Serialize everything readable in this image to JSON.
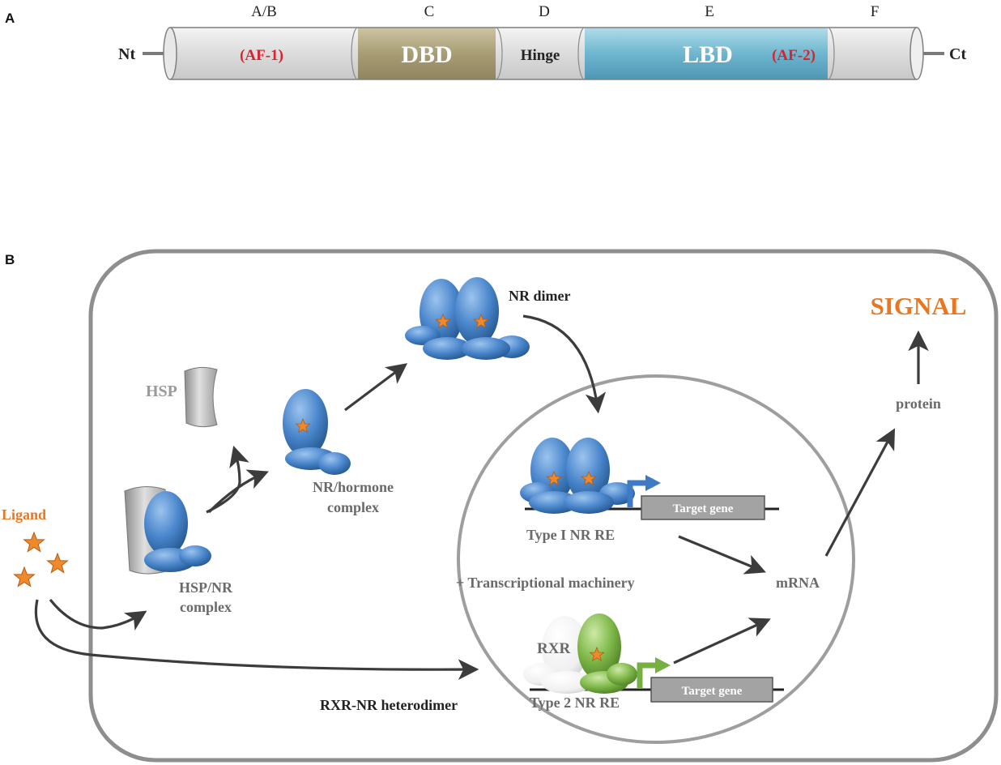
{
  "panelA": {
    "panel_label": "A",
    "terminal_n": "Nt",
    "terminal_c": "Ct",
    "segments": [
      {
        "letter": "A/B",
        "label": "(AF-1)"
      },
      {
        "letter": "C",
        "label": "DBD"
      },
      {
        "letter": "D",
        "label": "Hinge"
      },
      {
        "letter": "E",
        "label": "LBD",
        "sublabel": "(AF-2)"
      },
      {
        "letter": "F",
        "label": ""
      }
    ],
    "colors": {
      "dbd": "#b3a985",
      "lbd": "#7cc0d4",
      "af": "#d9232e",
      "gray_segment": "#e2e2e2"
    }
  },
  "panelB": {
    "panel_label": "B",
    "ligand": "Ligand",
    "hsp": "HSP",
    "hsp_nr_complex": [
      "HSP/NR",
      "complex"
    ],
    "nr_hormone_complex": [
      "NR/hormone",
      "complex"
    ],
    "nr_dimer": "NR dimer",
    "target_gene_1": "Target gene",
    "type1": "Type I NR RE",
    "machinery": "+ Transcriptional machinery",
    "mrna": "mRNA",
    "protein": "protein",
    "signal": "SIGNAL",
    "rxr": "RXR",
    "target_gene_2": "Target gene",
    "type2": "Type 2 NR RE",
    "heterodimer": "RXR-NR heterodimer",
    "colors": {
      "nr_blue": "#3e7bc4",
      "rxr_green": "#76b043",
      "ligand_orange": "#e87722",
      "membrane": "#8e8e8e"
    }
  }
}
